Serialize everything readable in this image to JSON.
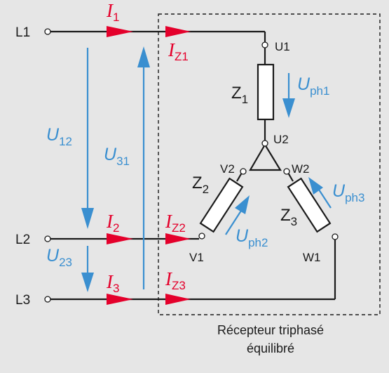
{
  "terminals": {
    "l1": "L1",
    "l2": "L2",
    "l3": "L3",
    "u1": "U1",
    "u2": "U2",
    "v1": "V1",
    "v2": "V2",
    "w1": "W1",
    "w2": "W2"
  },
  "impedances": {
    "z_symbol": "Z",
    "z1_sub": "1",
    "z2_sub": "2",
    "z3_sub": "3"
  },
  "line_currents": {
    "symbol": "I",
    "i1_sub": "1",
    "i2_sub": "2",
    "i3_sub": "3"
  },
  "branch_currents": {
    "symbol": "I",
    "iz1_sub": "Z1",
    "iz2_sub": "Z2",
    "iz3_sub": "Z3"
  },
  "line_voltages": {
    "symbol": "U",
    "u12_sub": "12",
    "u23_sub": "23",
    "u31_sub": "31"
  },
  "phase_voltages": {
    "symbol": "U",
    "uph1_sub": "ph1",
    "uph2_sub": "ph2",
    "uph3_sub": "ph3"
  },
  "caption": {
    "line1": "Récepteur triphasé",
    "line2": "équilibré"
  },
  "colors": {
    "current": "#e4002b",
    "voltage": "#3a8fd0",
    "wire": "#1a1a1a",
    "background": "#e6e6e6"
  }
}
